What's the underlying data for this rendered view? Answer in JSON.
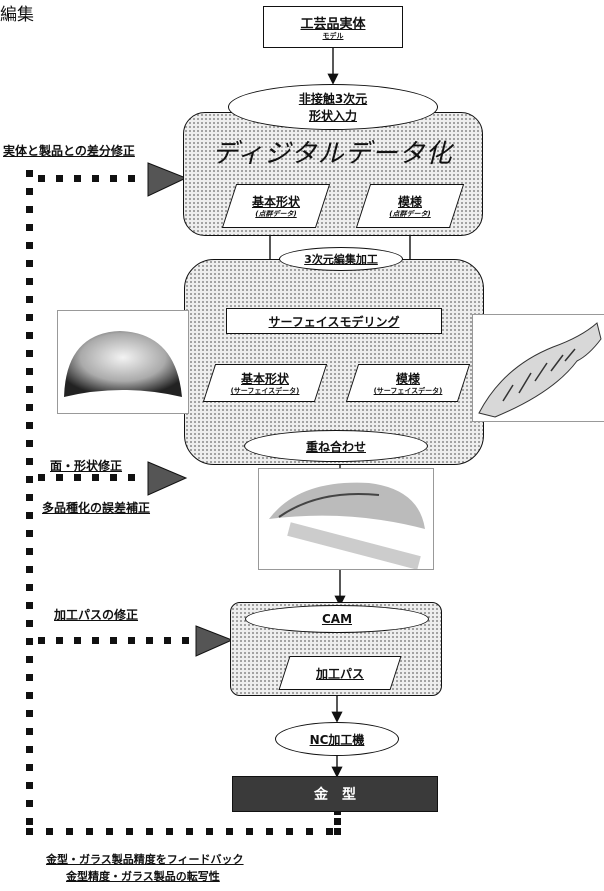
{
  "header_fragment": "編集",
  "nodes": {
    "model_title": "工芸品実体",
    "model_sub": "モデル",
    "scan_line1": "非接触3次元",
    "scan_line2": "形状入力",
    "digital_title": "ディジタルデータ化",
    "basic_shape": "基本形状",
    "basic_shape_sub": "(点群データ)",
    "pattern": "模様",
    "pattern_sub": "(点群データ)",
    "edit3d": "3次元編集加工",
    "surface_modeling": "サーフェイスモデリング",
    "basic_shape2": "基本形状",
    "basic_shape2_sub": "(サーフェイスデータ)",
    "pattern2": "模様",
    "pattern2_sub": "(サーフェイスデータ)",
    "overlay": "重ね合わせ",
    "cam": "CAM",
    "toolpath": "加工パス",
    "nc": "NC加工機",
    "mold": "金　型"
  },
  "feedback": {
    "diff_fix": "実体と製品との差分修正",
    "surface_fix": "面・形状修正",
    "error_fix": "多品種化の誤差補正",
    "path_fix": "加工パスの修正",
    "bottom_line1": "金型・ガラス製品精度をフィードバック",
    "bottom_line2": "金型精度・ガラス製品の転写性"
  },
  "colors": {
    "ink": "#111111",
    "stipple": "#8d8d8d",
    "mold_fill": "#3a3a3a",
    "arrow_fill": "#555555"
  }
}
